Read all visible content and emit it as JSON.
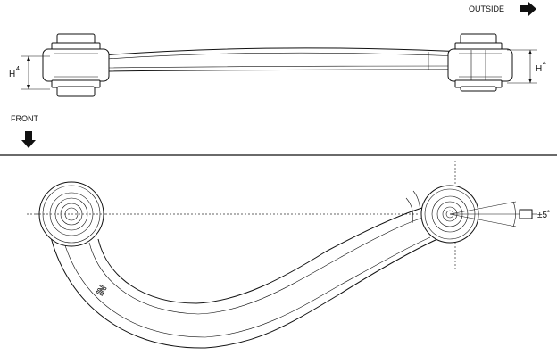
{
  "labels": {
    "outside": "OUTSIDE",
    "front": "FRONT",
    "height_left_main": "H",
    "height_left_sup": "4",
    "height_right_main": "H",
    "height_right_sup": "4",
    "angle": "±5˚",
    "arm_mark": "IN"
  },
  "icons": {
    "outside_arrow": "arrow-right-icon",
    "front_arrow": "arrow-down-icon"
  },
  "colors": {
    "line": "#111111",
    "background": "#ffffff"
  }
}
